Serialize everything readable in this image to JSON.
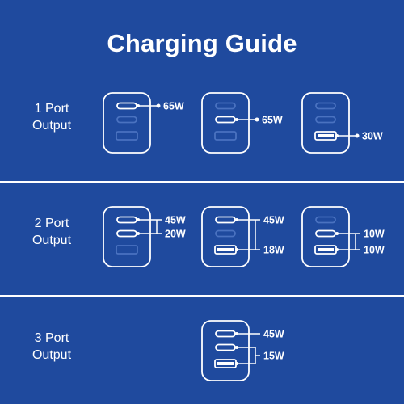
{
  "title": "Charging Guide",
  "rows": [
    {
      "label_line1": "1 Port",
      "label_line2": "Output"
    },
    {
      "label_line1": "2 Port",
      "label_line2": "Output"
    },
    {
      "label_line1": "3 Port",
      "label_line2": "Output"
    }
  ],
  "colors": {
    "background": "#1f4a9e",
    "foreground": "#ffffff",
    "inactive_port": "#4a72c0"
  },
  "chargers": [
    {
      "row": 1,
      "ports": [
        "usb-c",
        "usb-c",
        "usb-a"
      ],
      "active": [
        0
      ],
      "labels": [
        "65W"
      ]
    },
    {
      "row": 1,
      "ports": [
        "usb-c",
        "usb-c",
        "usb-a"
      ],
      "active": [
        1
      ],
      "labels": [
        "65W"
      ]
    },
    {
      "row": 1,
      "ports": [
        "usb-c",
        "usb-c",
        "usb-a"
      ],
      "active": [
        2
      ],
      "labels": [
        "30W"
      ]
    },
    {
      "row": 2,
      "ports": [
        "usb-c",
        "usb-c",
        "usb-a"
      ],
      "active": [
        0,
        1
      ],
      "labels": [
        "45W",
        "20W"
      ]
    },
    {
      "row": 2,
      "ports": [
        "usb-c",
        "usb-c",
        "usb-a"
      ],
      "active": [
        0,
        2
      ],
      "labels": [
        "45W",
        "18W"
      ]
    },
    {
      "row": 2,
      "ports": [
        "usb-c",
        "usb-c",
        "usb-a"
      ],
      "active": [
        1,
        2
      ],
      "labels": [
        "10W",
        "10W"
      ],
      "bracket": true
    },
    {
      "row": 3,
      "ports": [
        "usb-c",
        "usb-c",
        "usb-a"
      ],
      "active": [
        0,
        1,
        2
      ],
      "labels": [
        "45W",
        "15W"
      ],
      "bracket_from": 1
    }
  ]
}
